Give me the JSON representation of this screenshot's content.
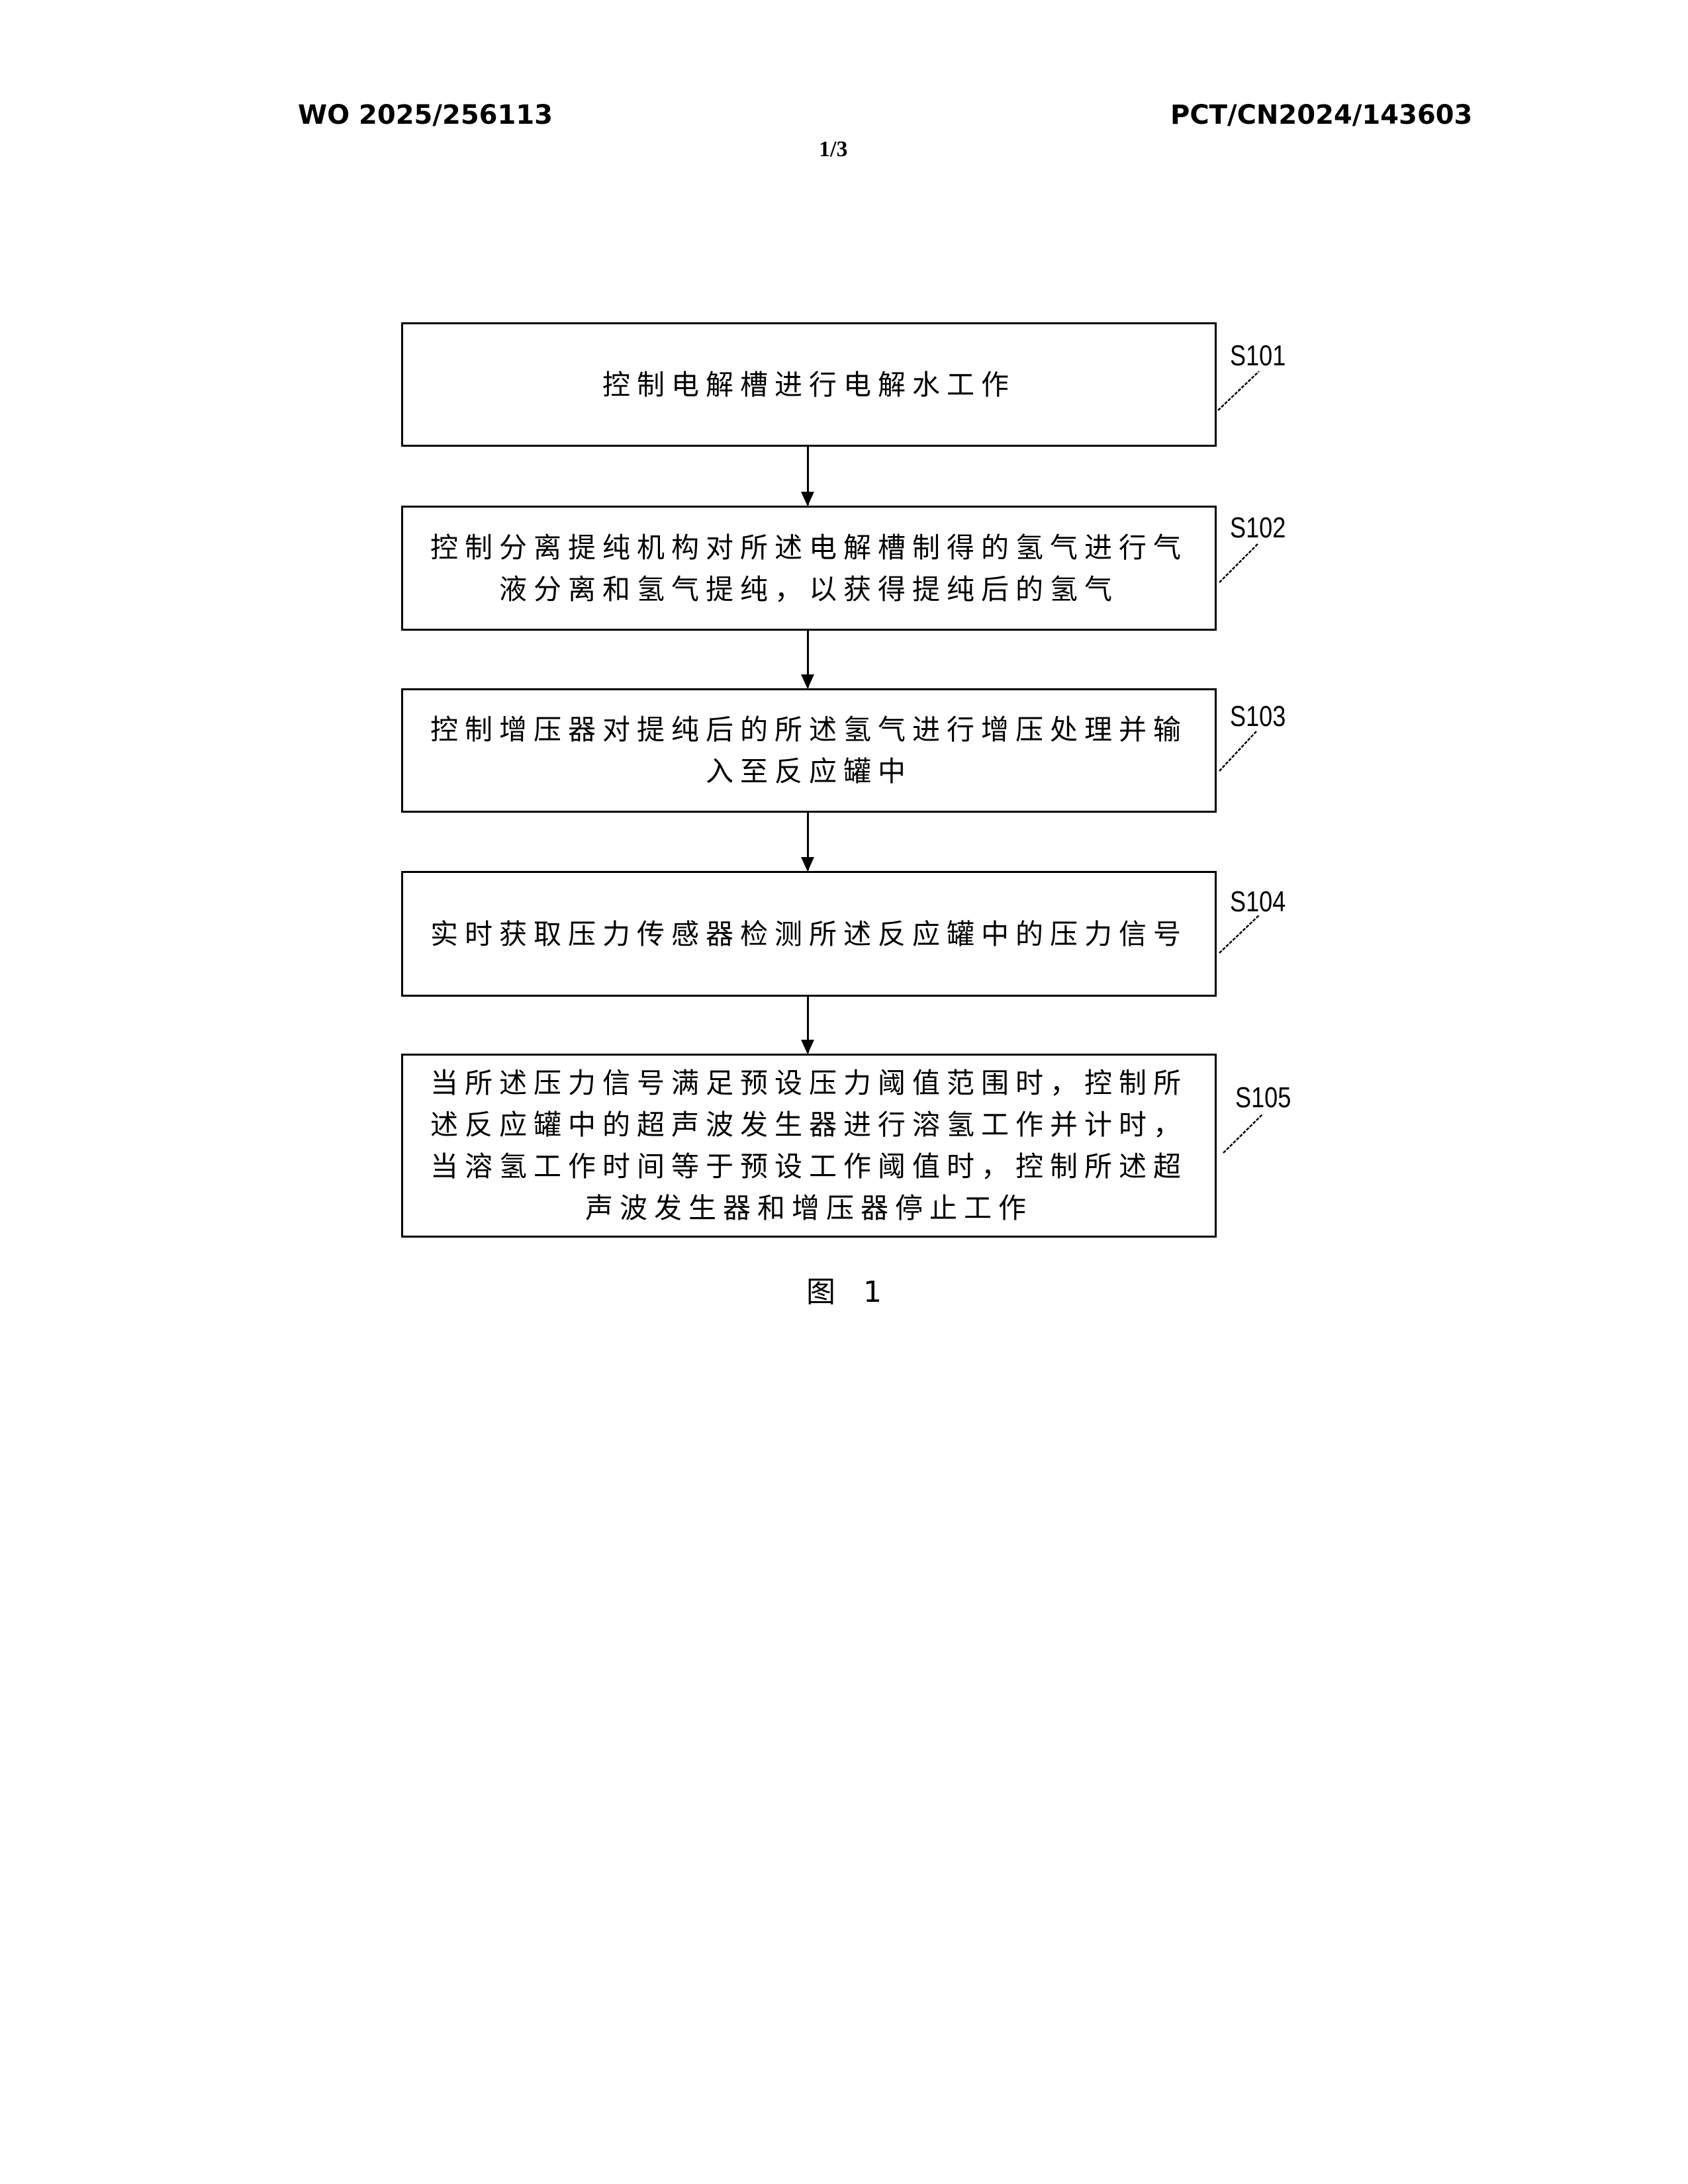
{
  "header": {
    "publication_number": "WO 2025/256113",
    "application_number": "PCT/CN2024/143603",
    "sheet": "1/3"
  },
  "flowchart": {
    "steps": [
      {
        "id": "S101",
        "text": "控制电解槽进行电解水工作"
      },
      {
        "id": "S102",
        "text": "控制分离提纯机构对所述电解槽制得的氢气进行气\n液分离和氢气提纯，以获得提纯后的氢气"
      },
      {
        "id": "S103",
        "text": "控制增压器对提纯后的所述氢气进行增压处理并输\n入至反应罐中"
      },
      {
        "id": "S104",
        "text": "实时获取压力传感器检测所述反应罐中的压力信号"
      },
      {
        "id": "S105",
        "text": "当所述压力信号满足预设压力阈值范围时，控制所\n述反应罐中的超声波发生器进行溶氢工作并计时，\n当溶氢工作时间等于预设工作阈值时，控制所述超\n声波发生器和增压器停止工作"
      }
    ],
    "arrows": [
      {
        "from": "S101",
        "to": "S102"
      },
      {
        "from": "S102",
        "to": "S103"
      },
      {
        "from": "S103",
        "to": "S104"
      },
      {
        "from": "S104",
        "to": "S105"
      }
    ]
  },
  "figure": {
    "caption": "图   1"
  }
}
